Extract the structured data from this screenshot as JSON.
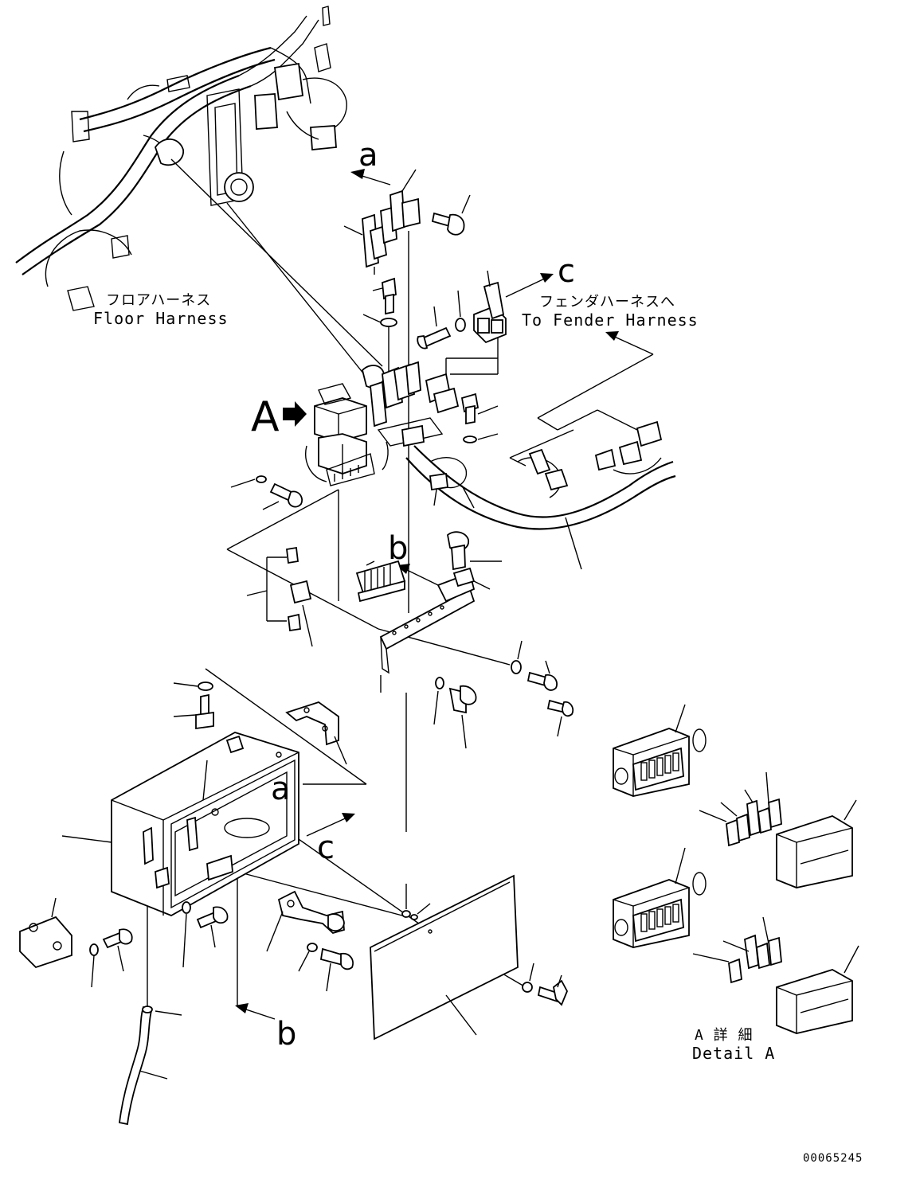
{
  "labels": {
    "floor_jp": "フロアハーネス",
    "floor_en": "Floor Harness",
    "fender_jp": "フェンダハーネスへ",
    "fender_en": "To Fender Harness",
    "detail_jp": "A 詳 細",
    "detail_en": "Detail A",
    "view_a_big": "A",
    "ref_a": "a",
    "ref_b": "b",
    "ref_c": "c",
    "drawing_no": "00065245"
  }
}
